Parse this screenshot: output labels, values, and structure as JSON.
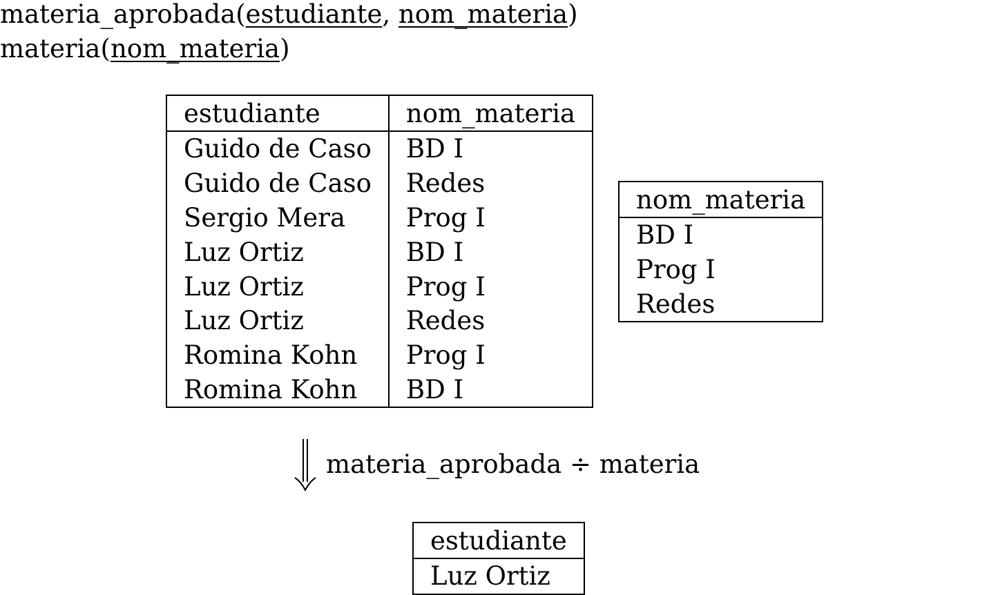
{
  "schemas": {
    "materia_aprobada": {
      "name": "materia_aprobada",
      "open": "(",
      "key1": "estudiante",
      "sep": ", ",
      "key2": "nom_materia",
      "close": ")"
    },
    "materia": {
      "name": "materia",
      "open": "(",
      "key1": "nom_materia",
      "close": ")"
    }
  },
  "materia_aprobada_table": {
    "headers": [
      "estudiante",
      "nom_materia"
    ],
    "rows": [
      [
        "Guido de Caso",
        "BD I"
      ],
      [
        "Guido de Caso",
        "Redes"
      ],
      [
        "Sergio Mera",
        "Prog I"
      ],
      [
        "Luz Ortiz",
        "BD I"
      ],
      [
        "Luz Ortiz",
        "Prog I"
      ],
      [
        "Luz Ortiz",
        "Redes"
      ],
      [
        "Romina Kohn",
        "Prog I"
      ],
      [
        "Romina Kohn",
        "BD I"
      ]
    ]
  },
  "materia_table": {
    "headers": [
      "nom_materia"
    ],
    "rows": [
      [
        "BD I"
      ],
      [
        "Prog I"
      ],
      [
        "Redes"
      ]
    ]
  },
  "operation": {
    "arrow_icon": "double-down-arrow-icon",
    "expression": "materia_aprobada ÷ materia"
  },
  "result_table": {
    "headers": [
      "estudiante"
    ],
    "rows": [
      [
        "Luz Ortiz"
      ]
    ]
  }
}
